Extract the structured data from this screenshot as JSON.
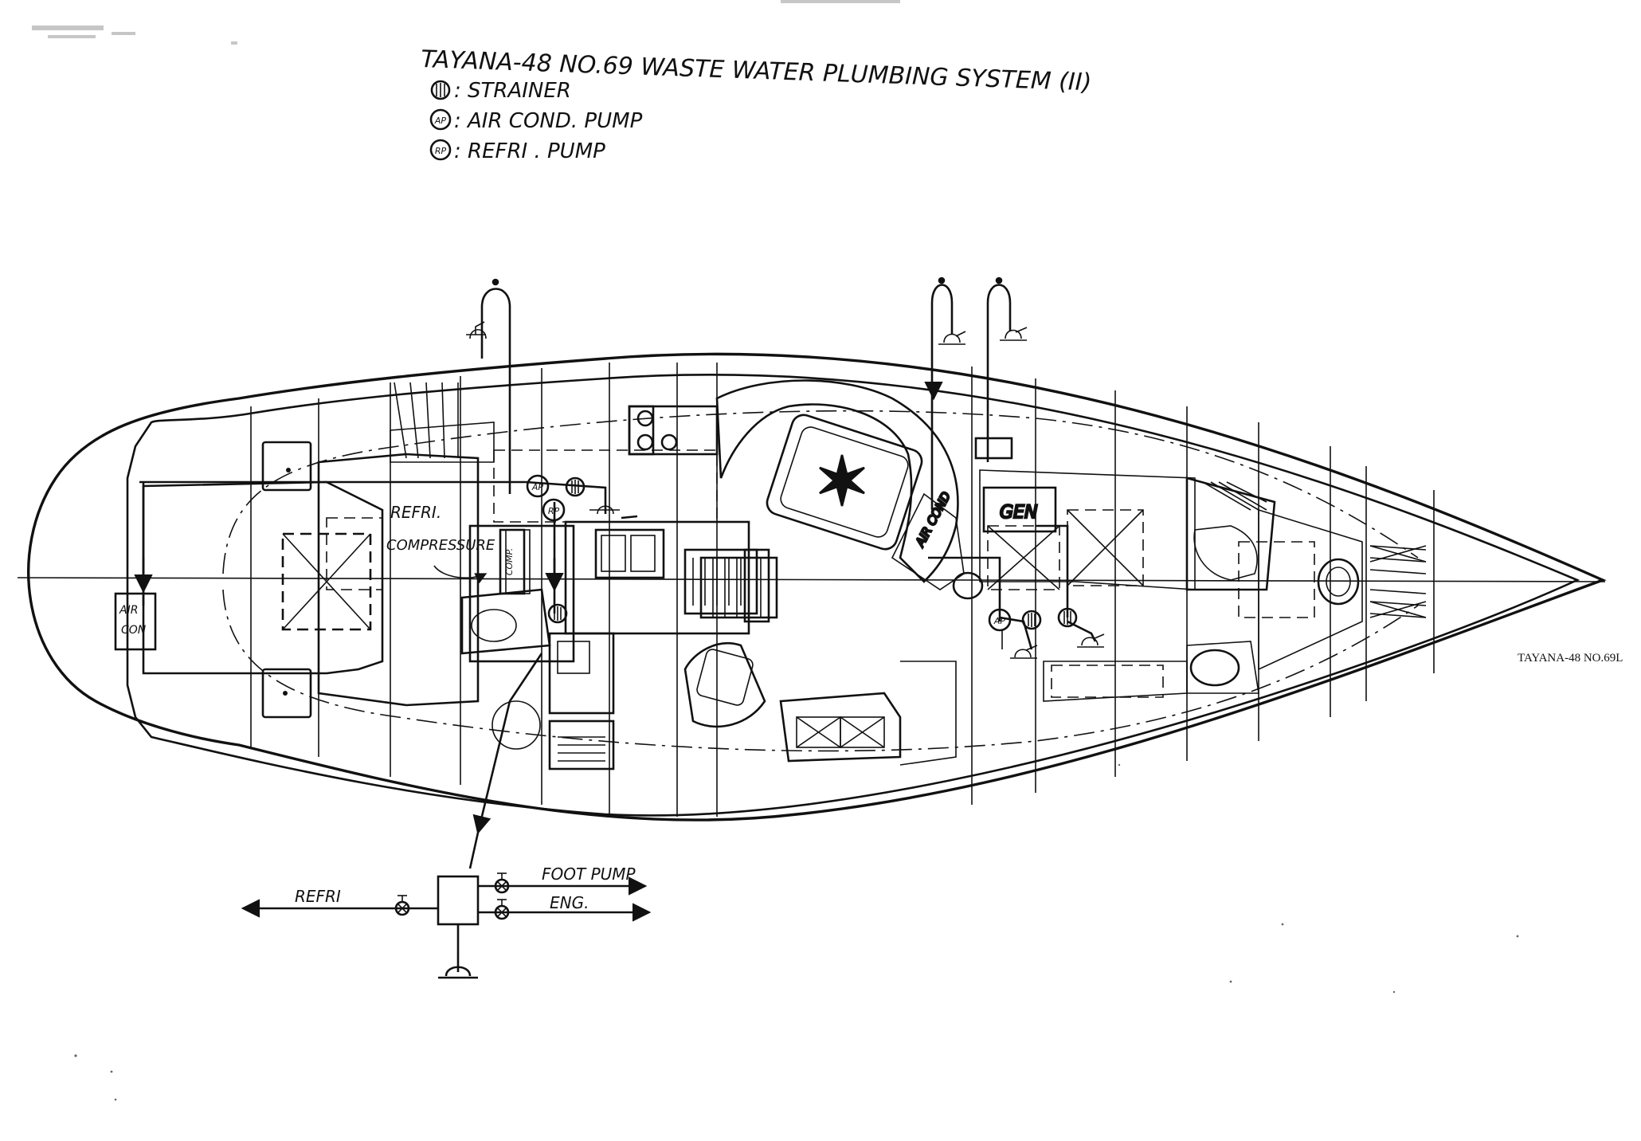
{
  "title": "TAYANA-48 NO.69 WASTE WATER PLUMBING SYSTEM (II)",
  "legend": [
    {
      "symbol": "ST",
      "label": ": STRAINER",
      "symbol_name": "strainer-symbol"
    },
    {
      "symbol": "AP",
      "label": ": AIR COND. PUMP",
      "symbol_name": "air-cond-pump-symbol"
    },
    {
      "symbol": "RP",
      "label": ": REFRI . PUMP",
      "symbol_name": "refri-pump-symbol"
    }
  ],
  "plan_labels": {
    "refri_compressure": [
      "REFRI.",
      "COMPRESSURE"
    ],
    "air_con": [
      "AIR",
      "CON"
    ],
    "gen": "GEN",
    "air_cond": "AIR COND",
    "compressor": "COMP.",
    "drawing_ref": "TAYANA-48 NO.69L"
  },
  "manifold": {
    "refri": "REFRI",
    "foot_pump": "FOOT PUMP",
    "eng": "ENG."
  },
  "pump_symbols": [
    "AP",
    "RP",
    "AP"
  ]
}
